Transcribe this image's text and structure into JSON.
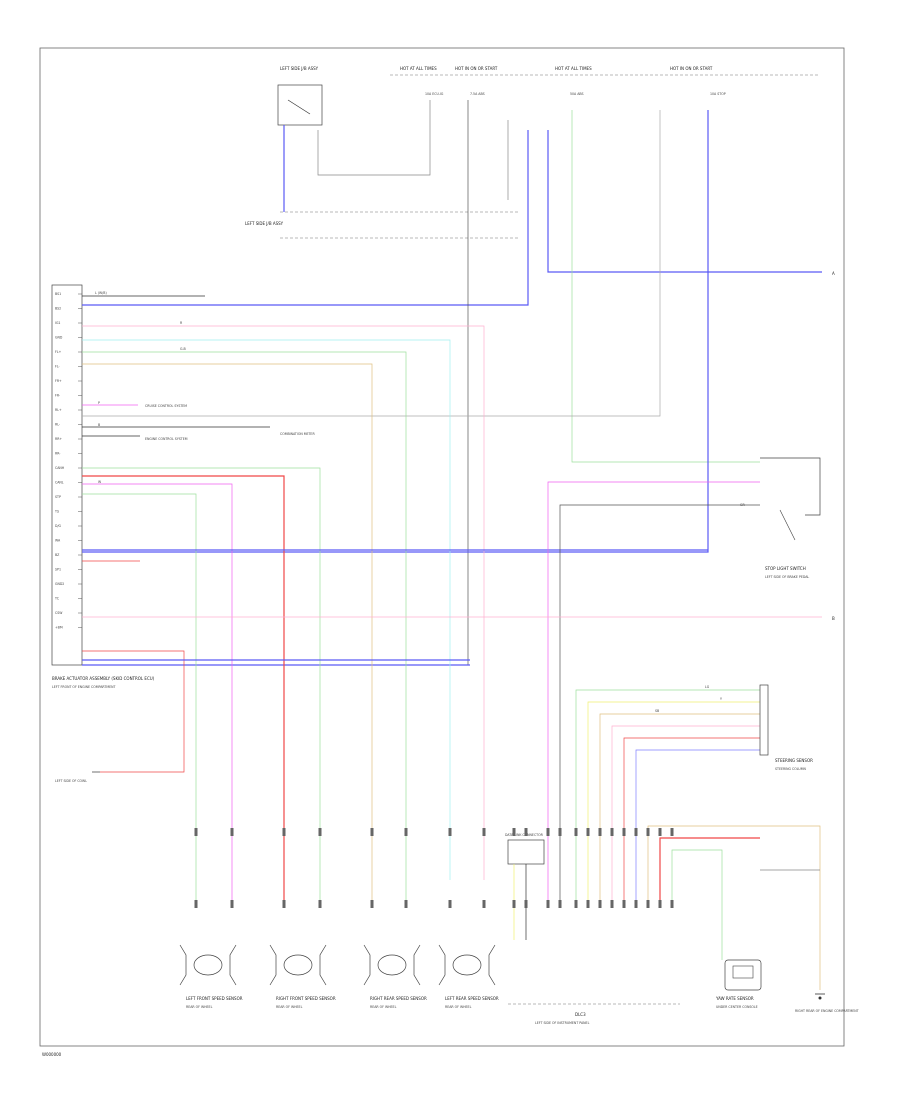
{
  "page": {
    "footer_code": "W000000",
    "right_edge_marks": [
      "A",
      "B"
    ]
  },
  "colors": {
    "blue": "#4a4af0",
    "light_blue": "#8080ff",
    "green": "#9ce09c",
    "red": "#f04848",
    "pink": "#f060f0",
    "light_pink": "#ffb0d0",
    "cyan": "#a0f0f0",
    "tan": "#e0c080",
    "yellow": "#f0f070",
    "grey": "#888888",
    "black": "#222222",
    "white_wire": "#cccccc"
  },
  "components": {
    "top_switch": "LEFT SIDE J/B ASSY",
    "top_fuses": [
      "HOT AT ALL TIMES",
      "HOT IN ON OR START",
      "HOT AT ALL TIMES",
      "HOT IN ON OR START"
    ],
    "top_fuse_sub": [
      "10A ECU-IG",
      "7.5A ABS",
      "50A ABS",
      "10A STOP"
    ],
    "left_junction": "LEFT SIDE J/B ASSY",
    "actuator_main": "BRAKE ACTUATOR ASSEMBLY (SKID CONTROL ECU)",
    "actuator_sub": "LEFT FRONT OF ENGINE COMPARTMENT",
    "ground_left": "LEFT SIDE OF COWL",
    "cruise_control": "CRUISE CONTROL SYSTEM",
    "meter_1": "COMBINATION METER",
    "meter_2": "ENGINE CONTROL SYSTEM",
    "data_link": "DATA LINK CONNECTOR",
    "sensor_1": "LEFT FRONT SPEED SENSOR",
    "sensor_2": "RIGHT FRONT SPEED SENSOR",
    "sensor_3": "RIGHT REAR SPEED SENSOR",
    "sensor_4": "LEFT REAR SPEED SENSOR",
    "sensor_sub": "REAR OF WHEEL",
    "stop_switch": "STOP LIGHT SWITCH",
    "stop_switch_sub": "LEFT SIDE OF BRAKE PEDAL",
    "yaw_sensor": "YAW RATE SENSOR",
    "yaw_sensor_sub": "UNDER CENTER CONSOLE",
    "dlc": "DLC3",
    "dlc_sub": "LEFT SIDE OF INSTRUMENT PANEL",
    "steering_sensor": "STEERING SENSOR",
    "steering_sub": "STEERING COLUMN",
    "ground_right": "RIGHT REAR OF ENGINE COMPARTMENT"
  },
  "actuator_pins": [
    "BS1",
    "BS2",
    "IG1",
    "GND",
    "FL+",
    "FL-",
    "FR+",
    "FR-",
    "RL+",
    "RL-",
    "RR+",
    "RR-",
    "CANH",
    "CANL",
    "STP",
    "TS",
    "D/G",
    "WA",
    "BZ",
    "SP1",
    "GND2",
    "TC",
    "CSW",
    "+BM"
  ],
  "wire_codes": {
    "w1": "L (W/B)",
    "w2": "G-B",
    "w3": "R",
    "w4": "P",
    "w5": "B",
    "w6": "W",
    "w7": "GR",
    "w8": "Y",
    "w9": "SB",
    "w10": "LG"
  }
}
